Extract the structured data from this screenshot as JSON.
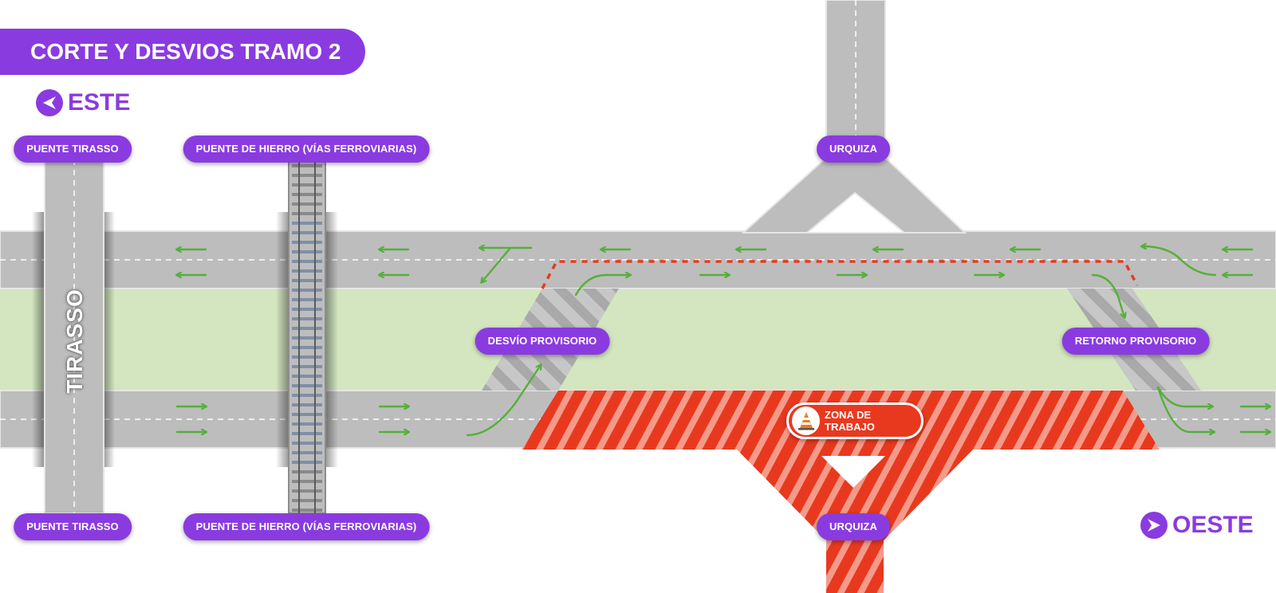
{
  "title": "CORTE Y DESVIOS TRAMO 2",
  "compass": {
    "east": {
      "label": "ESTE",
      "icon": "east-arrow-icon"
    },
    "west": {
      "label": "OESTE",
      "icon": "west-arrow-icon"
    }
  },
  "road_names": {
    "tirasso": "TIRASSO"
  },
  "labels": {
    "puente_tirasso_top": "PUENTE TIRASSO",
    "puente_hierro_top": "PUENTE DE HIERRO (VÍAS FERROVIARIAS)",
    "urquiza_top": "URQUIZA",
    "desvio": "DESVÍO PROVISORIO",
    "retorno": "RETORNO PROVISORIO",
    "puente_tirasso_bottom": "PUENTE TIRASSO",
    "puente_hierro_bottom": "PUENTE DE HIERRO (VÍAS FERROVIARIAS)",
    "urquiza_bottom": "URQUIZA"
  },
  "work_zone": {
    "label": "ZONA DE TRABAJO",
    "icon": "traffic-cone-icon"
  },
  "colors": {
    "brand_purple": "#8a3be0",
    "road": "#bdbdbd",
    "median": "#d3e6bf",
    "arrow": "#55b03a",
    "work_zone": "#e8391f",
    "closure_line": "#e8391f"
  }
}
